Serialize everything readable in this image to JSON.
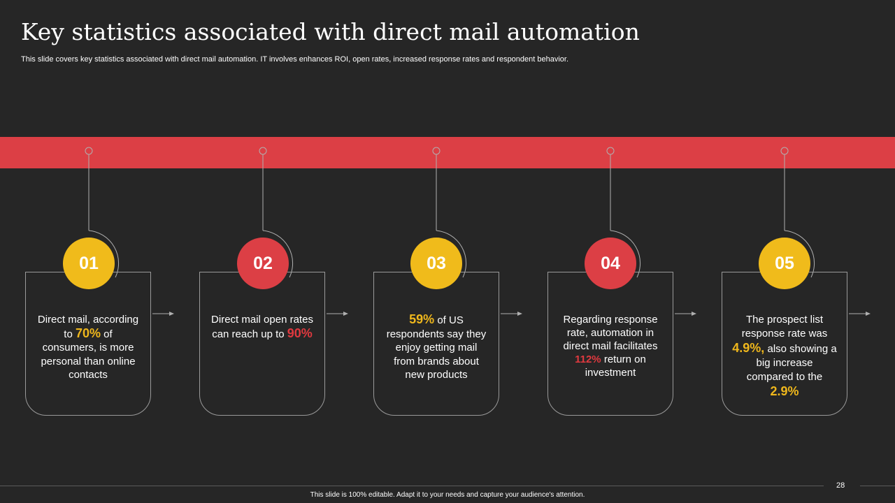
{
  "slide": {
    "title": "Key statistics associated with direct mail automation",
    "subtitle": "This slide covers key statistics associated with direct mail automation. IT involves enhances ROI, open rates, increased response rates and respondent behavior."
  },
  "colors": {
    "accent_red": "#dc3f45",
    "accent_yellow": "#f0bb1b",
    "background": "#262626"
  },
  "steps": [
    {
      "number": "01",
      "text_1": "Direct mail, according to ",
      "highlight": "70%",
      "text_2": " of consumers,  is more personal than online contacts"
    },
    {
      "number": "02",
      "text_1": "Direct mail open rates can reach up to ",
      "highlight": "90%",
      "text_2": ""
    },
    {
      "number": "03",
      "text_1": "",
      "highlight": "59%",
      "text_2": " of US respondents say they enjoy getting mail from brands about new products"
    },
    {
      "number": "04",
      "text_1": "Regarding response rate, automation in direct mail facilitates ",
      "highlight": "112%",
      "text_2": " return on investment"
    },
    {
      "number": "05",
      "text_1": "The prospect list response rate was ",
      "highlight": "4.9%,",
      "text_2": " also showing a big increase compared to the ",
      "highlight_2": "2.9%"
    }
  ],
  "footer": {
    "page_number": "28",
    "note": "This slide is 100% editable.  Adapt it to your needs and capture your audience's attention."
  }
}
